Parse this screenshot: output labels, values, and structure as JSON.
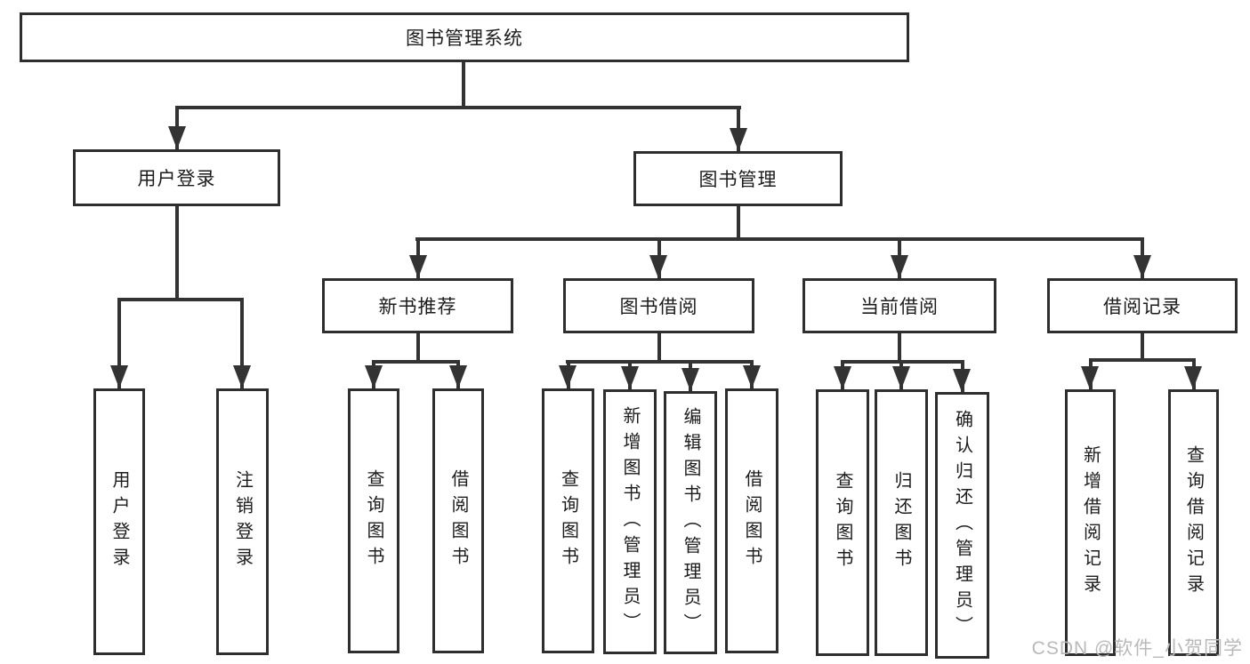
{
  "diagram": {
    "root": {
      "label": "图书管理系统"
    },
    "user_login": {
      "label": "用户登录",
      "children": {
        "login": {
          "label": "用户登录"
        },
        "logout": {
          "label": "注销登录"
        }
      }
    },
    "book_mgmt": {
      "label": "图书管理",
      "children": {
        "new_book_rec": {
          "label": "新书推荐",
          "children": {
            "query_book": {
              "label": "查询图书"
            },
            "borrow_book": {
              "label": "借阅图书"
            }
          }
        },
        "book_borrow": {
          "label": "图书借阅",
          "children": {
            "query_book": {
              "label": "查询图书"
            },
            "add_book": {
              "label": "新增图书（管理员）"
            },
            "edit_book": {
              "label": "编辑图书（管理员）"
            },
            "borrow_book": {
              "label": "借阅图书"
            }
          }
        },
        "current_borrow": {
          "label": "当前借阅",
          "children": {
            "query_book": {
              "label": "查询图书"
            },
            "return_book": {
              "label": "归还图书"
            },
            "confirm_return": {
              "label": "确认归还（管理员）"
            }
          }
        },
        "borrow_record": {
          "label": "借阅记录",
          "children": {
            "add_record": {
              "label": "新增借阅记录"
            },
            "query_record": {
              "label": "查询借阅记录"
            }
          }
        }
      }
    }
  },
  "watermark": {
    "text": "CSDN @软件_小贺同学"
  },
  "colors": {
    "background": "#ffffff",
    "line": "#333333",
    "box_border": "#2e2e2e",
    "text": "#1c1c1c",
    "watermark": "#b9b9b9"
  }
}
